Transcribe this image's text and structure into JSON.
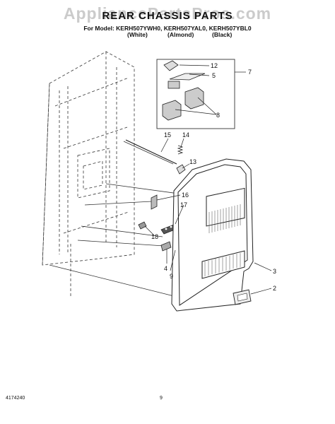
{
  "watermark": "AppliancePartsPros.com",
  "header": {
    "title": "REAR CHASSIS PARTS",
    "models_line": "For Model: KERH507YWH0, KERH507YAL0, KERH507YBL0",
    "variants": [
      "(White)",
      "(Almond)",
      "(Black)"
    ]
  },
  "callouts": [
    "12",
    "5",
    "7",
    "8",
    "15",
    "14",
    "13",
    "16",
    "17",
    "18",
    "4",
    "9",
    "3",
    "2"
  ],
  "footer": {
    "doc_number": "4174240",
    "page_number": "9"
  }
}
